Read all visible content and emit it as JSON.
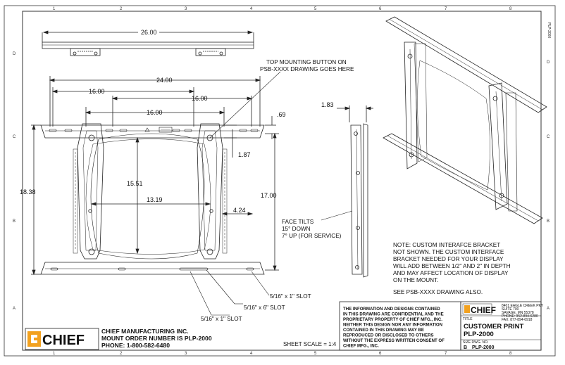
{
  "zones": {
    "cols": [
      "1",
      "2",
      "3",
      "4",
      "5",
      "6",
      "7",
      "8"
    ],
    "rows": [
      "D",
      "C",
      "B",
      "A"
    ],
    "right_code": "PLP-2000"
  },
  "dims": {
    "d26": "26.00",
    "d24": "24.00",
    "d16a": "16.00",
    "d16b": "16.00",
    "d16c": "16.00",
    "d069": ".69",
    "d187": "1.87",
    "d1838": "18.38",
    "d1551": "15.51",
    "d1319": "13.19",
    "d1700": "17.00",
    "d424": "4.24",
    "d183": "1.83"
  },
  "callouts": {
    "top_button_1": "TOP MOUNTING BUTTON ON",
    "top_button_2": "PSB-XXXX DRAWING GOES HERE",
    "tilt_1": "FACE TILTS",
    "tilt_2": "15° DOWN",
    "tilt_3": "7° UP (FOR SERVICE)",
    "slot_a": "5/16\" x 1\" SLOT",
    "slot_b": "5/16\" x 6\" SLOT",
    "slot_c": "5/16\" x 1\" SLOT"
  },
  "note": {
    "lines": [
      "NOTE: CUSTOM INTERAFCE BRACKET",
      "NOT SHOWN. THE CUSTOM INTERFACE",
      "BRACKET NEEDED FOR YOUR DISPLAY",
      "WILL ADD BETWEEN 1/2\" AND 2\" IN DEPTH",
      "AND MAY AFFECT LOCATION OF DISPLAY",
      "ON THE MOUNT."
    ],
    "see": "SEE PSB-XXXX DRAWING ALSO."
  },
  "company": {
    "logo": "CHIEF",
    "name": "CHIEF MANUFACTURING INC.",
    "mount_order": "MOUNT ORDER NUMBER IS PLP-2000",
    "phone": "PHONE: 1-800-582-6480"
  },
  "sheet_scale": "SHEET SCALE = 1:4",
  "confidential": [
    "THE INFORMATION AND DESIGNS CONTAINED",
    "IN THIS DRAWING ARE CONFIDENTIAL AND THE",
    "PROPRIETARY PROPERTY OF CHIEF MFG., INC.",
    "NEITHER THIS DESIGN NOR ANY INFORMATION",
    "CONTAINED IN THIS DRAWING MAY BE",
    "REPRODUCED OR DISCLOSED TO OTHERS",
    "WITHOUT THE EXPRESS WRITTEN CONSENT OF",
    "CHIEF MFG., INC."
  ],
  "title_block": {
    "logo": "CHIEF",
    "address": [
      "8401 EAGLE CREEK PKY",
      "SUITE 700",
      "SAVAGE, MN 55378",
      "PHONE: 952-894-6280",
      "FAX: 877-894-6918"
    ],
    "title_label": "TITLE",
    "title_1": "CUSTOMER PRINT",
    "title_2": "PLP-2000",
    "size_label": "SIZE  DWG. NO.",
    "size": "B",
    "dwg_no": "PLP-2000"
  },
  "colors": {
    "accent": "#f2a11f",
    "line": "#222222"
  }
}
